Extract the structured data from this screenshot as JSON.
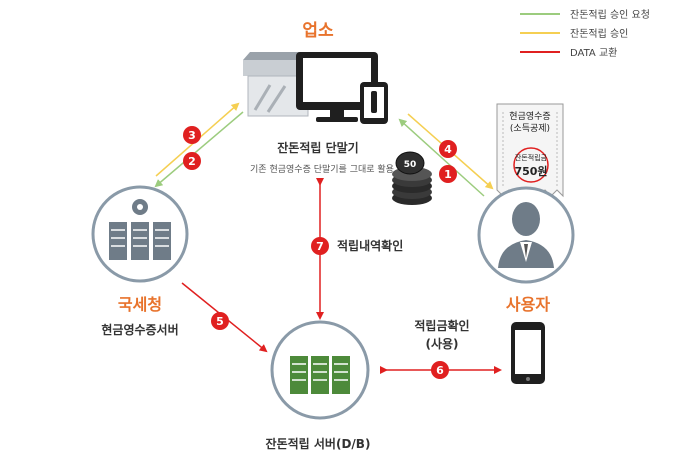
{
  "legend": {
    "request": {
      "label": "잔돈적립 승인 요청",
      "color": "#9ccc7e"
    },
    "approve": {
      "label": "잔돈적립 승인",
      "color": "#f5cf52"
    },
    "data": {
      "label": "DATA 교환",
      "color": "#e02020"
    }
  },
  "store": {
    "title": "업소",
    "terminal_label": "잔돈적립 단말기",
    "terminal_note": "기존 현금영수증 단말기를 그대로 활용"
  },
  "nts": {
    "title": "국세청",
    "subtitle": "현금영수증서버"
  },
  "user": {
    "title": "사용자"
  },
  "db": {
    "label": "잔돈적립 서버(D/B)"
  },
  "receipt": {
    "line1": "현금영수증",
    "line2": "(소득공제)",
    "stamp_label": "잔돈적립금",
    "stamp_value": "750원"
  },
  "coin": {
    "value": "50"
  },
  "steps": {
    "s1": "1",
    "s2": "2",
    "s3": "3",
    "s4": "4",
    "s5": "5",
    "s6": "6",
    "s7": "7"
  },
  "step_labels": {
    "s6_line1": "적립금확인",
    "s6_line2": "(사용)",
    "s7": "적립내역확인"
  },
  "colors": {
    "title_orange": "#e8732c",
    "red": "#e02020",
    "yellow": "#f5cf52",
    "green": "#9ccc7e",
    "circle_stroke": "#8a9aa8",
    "dark": "#333333"
  }
}
